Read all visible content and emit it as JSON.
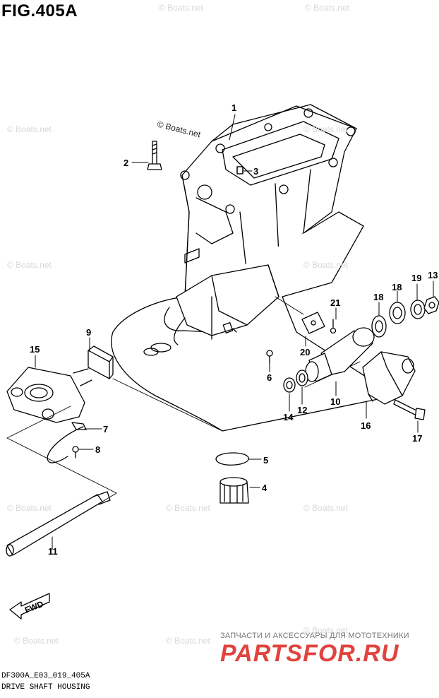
{
  "figure": {
    "title": "FIG.405A",
    "code": "DF300A_E03_019_405A",
    "name": "DRIVE SHAFT HOUSING"
  },
  "direction_label": "FWD",
  "watermark": "© Boats.net",
  "brand": {
    "tagline": "ЗАПЧАСТИ И АКСЕССУАРЫ ДЛЯ МОТОТЕХНИКИ",
    "logo": "PARTSFOR.RU",
    "color": "#e0443e"
  },
  "callouts": [
    "1",
    "2",
    "3",
    "4",
    "5",
    "6",
    "7",
    "8",
    "9",
    "10",
    "11",
    "12",
    "13",
    "14",
    "15",
    "16",
    "17",
    "18",
    "19",
    "20",
    "21"
  ]
}
